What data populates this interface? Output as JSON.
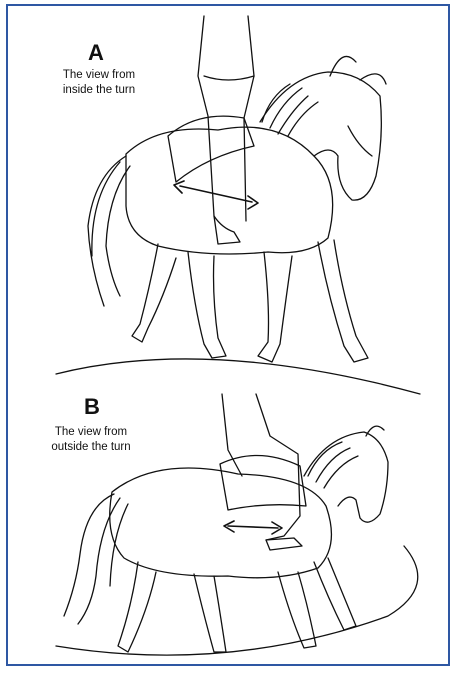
{
  "colors": {
    "border": "#2e57a3",
    "ink": "#111111"
  },
  "panels": [
    {
      "letter": "A",
      "caption": "The view from\ninside the turn"
    },
    {
      "letter": "B",
      "caption": "The view from\noutside the turn"
    }
  ]
}
